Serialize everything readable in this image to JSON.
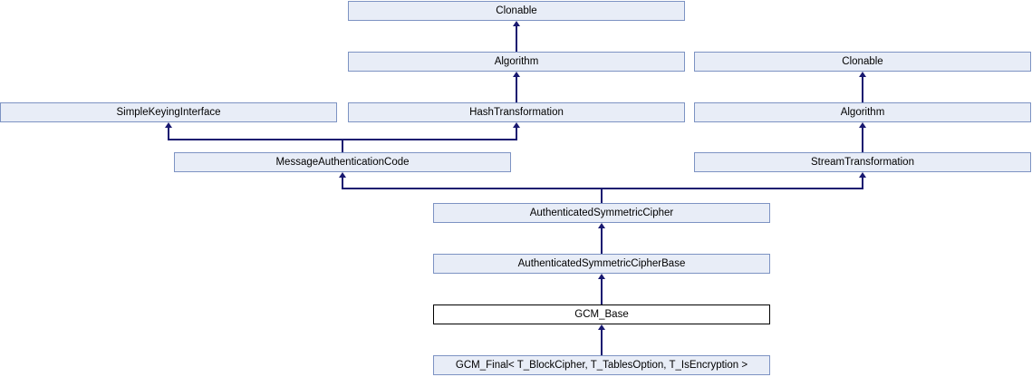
{
  "diagram": {
    "type": "class-inheritance-graph",
    "current_class": "GCM_Base",
    "colors": {
      "node_fill": "#E8EDF7",
      "node_border": "#7D93C3",
      "edge": "#191970",
      "current_node_fill": "#FFFFFF",
      "current_node_border": "#000000",
      "text": "#000000"
    },
    "nodes": [
      {
        "id": "clonable-top",
        "label": "Clonable"
      },
      {
        "id": "algorithm-center",
        "label": "Algorithm"
      },
      {
        "id": "clonable-right",
        "label": "Clonable"
      },
      {
        "id": "simple-keying-interface",
        "label": "SimpleKeyingInterface"
      },
      {
        "id": "hash-transformation",
        "label": "HashTransformation"
      },
      {
        "id": "algorithm-right",
        "label": "Algorithm"
      },
      {
        "id": "message-authentication-code",
        "label": "MessageAuthenticationCode"
      },
      {
        "id": "stream-transformation",
        "label": "StreamTransformation"
      },
      {
        "id": "authenticated-symmetric-cipher",
        "label": "AuthenticatedSymmetricCipher"
      },
      {
        "id": "authenticated-symmetric-cipher-base",
        "label": "AuthenticatedSymmetricCipherBase"
      },
      {
        "id": "gcm-base",
        "label": "GCM_Base",
        "current": true
      },
      {
        "id": "gcm-final",
        "label": "GCM_Final< T_BlockCipher, T_TablesOption, T_IsEncryption >"
      }
    ],
    "edges": [
      {
        "child": "algorithm-center",
        "parents": [
          "clonable-top"
        ]
      },
      {
        "child": "hash-transformation",
        "parents": [
          "algorithm-center"
        ]
      },
      {
        "child": "algorithm-right",
        "parents": [
          "clonable-right"
        ]
      },
      {
        "child": "stream-transformation",
        "parents": [
          "algorithm-right"
        ]
      },
      {
        "child": "message-authentication-code",
        "parents": [
          "simple-keying-interface",
          "hash-transformation"
        ]
      },
      {
        "child": "authenticated-symmetric-cipher",
        "parents": [
          "message-authentication-code",
          "stream-transformation"
        ]
      },
      {
        "child": "authenticated-symmetric-cipher-base",
        "parents": [
          "authenticated-symmetric-cipher"
        ]
      },
      {
        "child": "gcm-base",
        "parents": [
          "authenticated-symmetric-cipher-base"
        ]
      },
      {
        "child": "gcm-final",
        "parents": [
          "gcm-base"
        ]
      }
    ]
  }
}
